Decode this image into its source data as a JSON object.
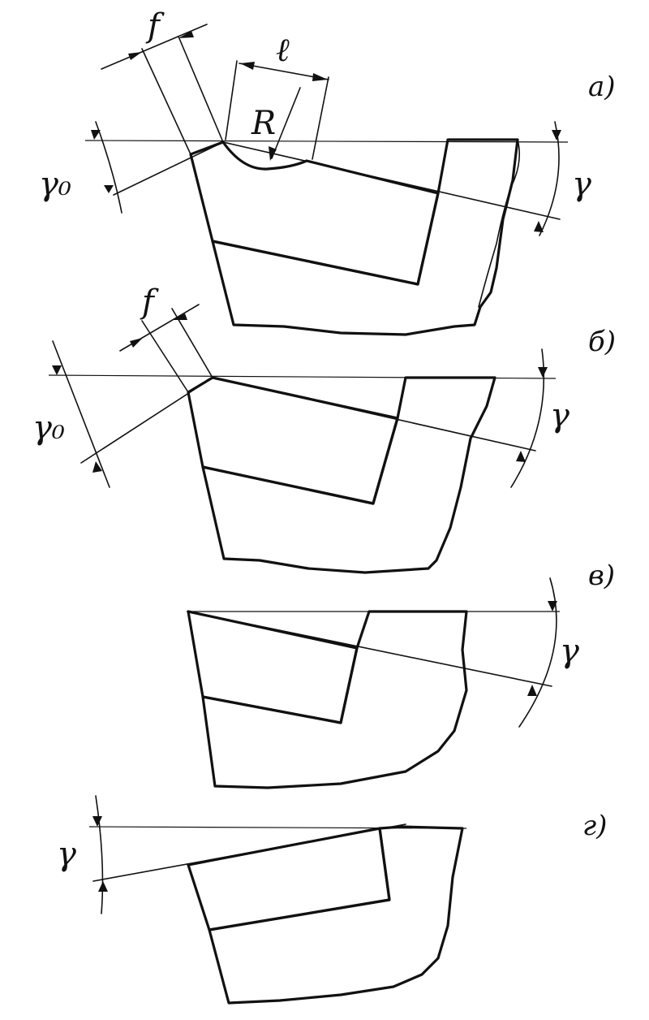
{
  "panels": [
    {
      "label": "а)",
      "symbols": {
        "f": "f",
        "l": "ℓ",
        "R": "R",
        "gamma0": "γ₀",
        "gamma": "γ"
      }
    },
    {
      "label": "б)",
      "symbols": {
        "f": "f",
        "gamma0": "γ₀",
        "gamma": "γ"
      }
    },
    {
      "label": "в)",
      "symbols": {
        "gamma": "γ"
      }
    },
    {
      "label": "г)",
      "symbols": {
        "gamma": "γ"
      }
    }
  ]
}
